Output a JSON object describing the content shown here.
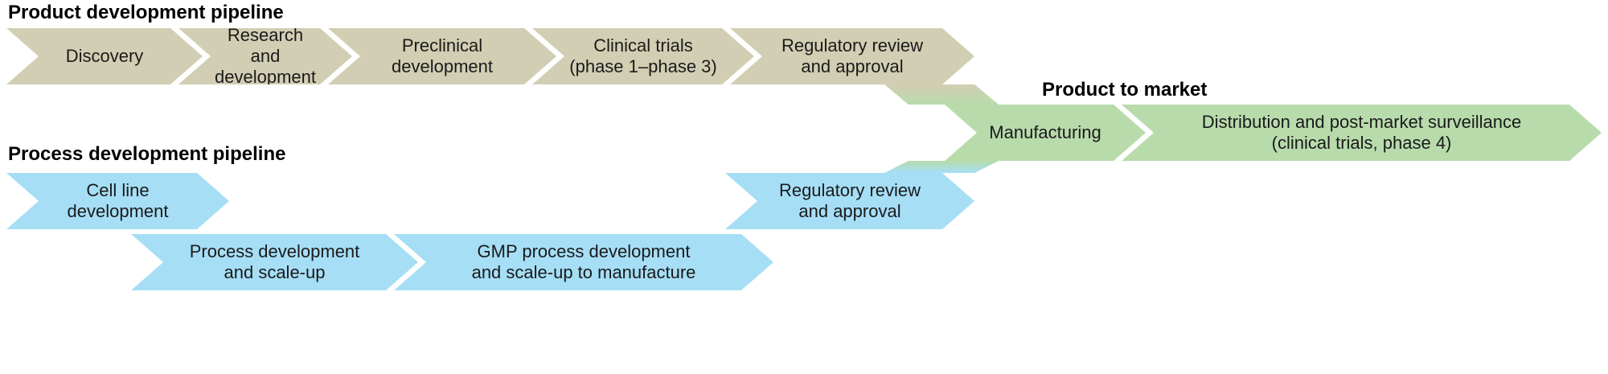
{
  "figure": {
    "colors": {
      "product_pipeline": "#d2ceb3",
      "process_pipeline": "#a6def6",
      "market_pipeline": "#b8dbac",
      "text": "#1a1a1a"
    },
    "product_pipeline": {
      "heading": "Product development pipeline",
      "stages": [
        {
          "label": "Discovery"
        },
        {
          "label": "Research and\ndevelopment"
        },
        {
          "label": "Preclinical\ndevelopment"
        },
        {
          "label": "Clinical trials\n(phase 1–phase 3)"
        },
        {
          "label": "Regulatory review\nand approval"
        }
      ]
    },
    "market_pipeline": {
      "heading": "Product to market",
      "stages": [
        {
          "label": "Manufacturing"
        },
        {
          "label": "Distribution and post-market surveillance\n(clinical trials, phase 4)"
        }
      ]
    },
    "process_pipeline": {
      "heading": "Process development pipeline",
      "stages": [
        {
          "label": "Cell line\ndevelopment"
        },
        {
          "label": "Process development\nand scale-up"
        },
        {
          "label": "GMP process development\nand scale-up to manufacture"
        },
        {
          "label": "Regulatory review\nand approval"
        }
      ]
    }
  }
}
